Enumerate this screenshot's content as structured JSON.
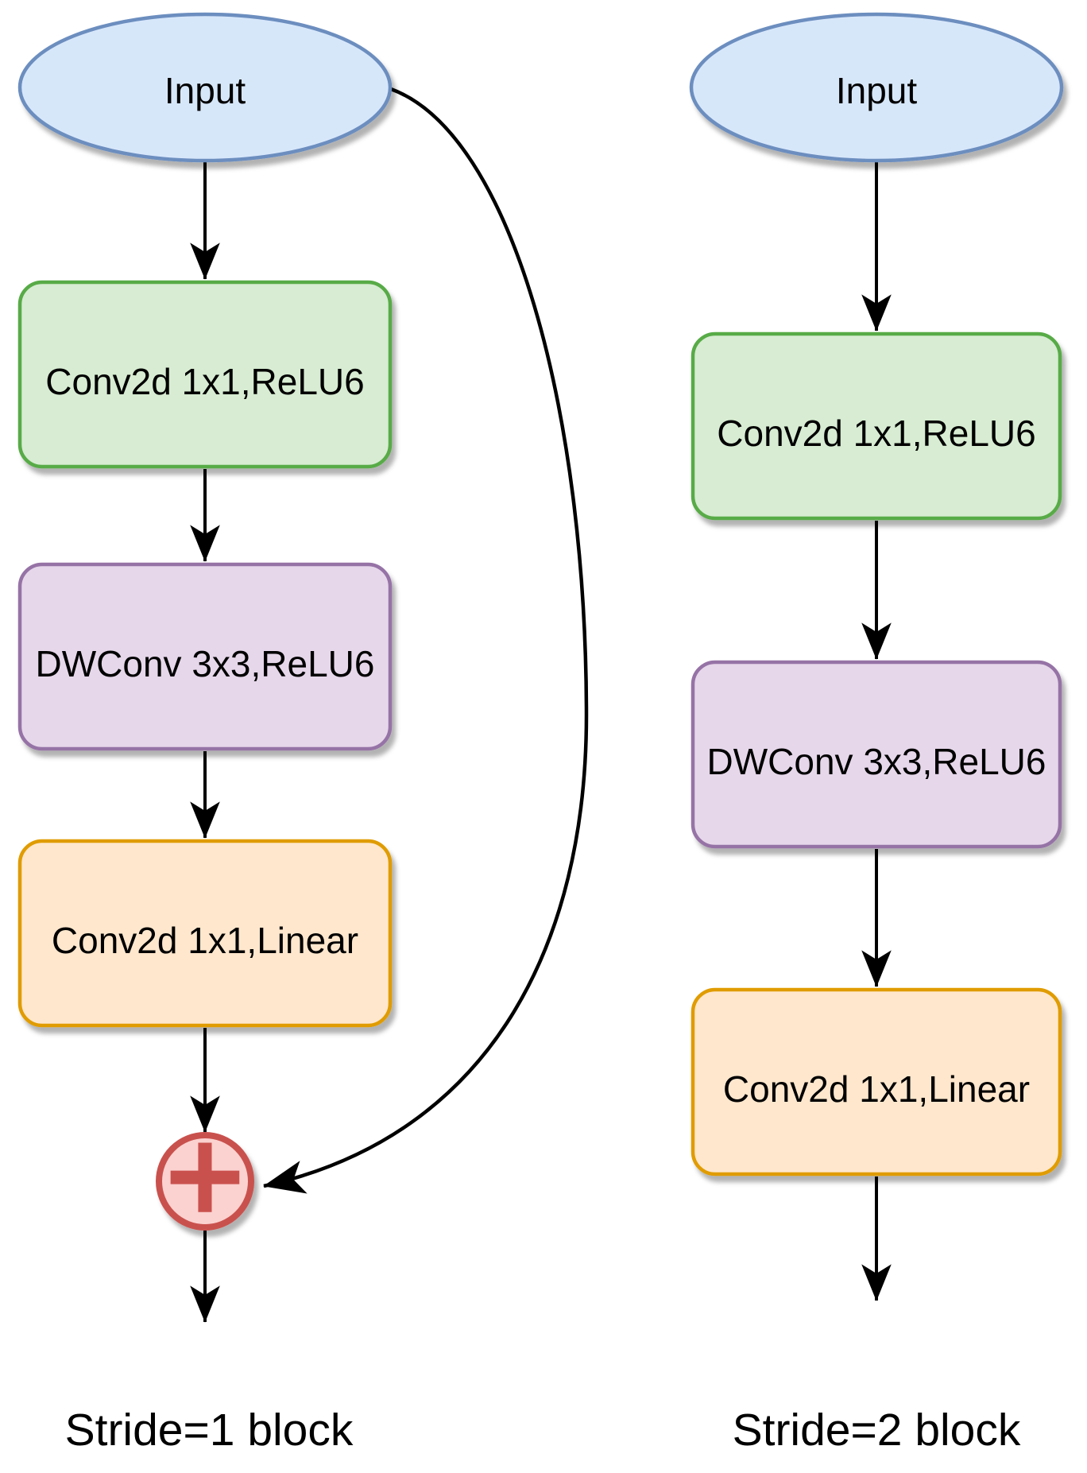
{
  "colors": {
    "input": {
      "fill": "#d7e7fa",
      "stroke": "#6c8ebf"
    },
    "expand_conv": {
      "fill": "#d7ecd2",
      "stroke": "#58ab47"
    },
    "depthwise_conv": {
      "fill": "#e6d7ea",
      "stroke": "#9673a6"
    },
    "project_conv": {
      "fill": "#ffe7cd",
      "stroke": "#e09c00"
    },
    "add": {
      "fill": "#fbd2d0",
      "stroke": "#c9514d"
    },
    "arrow": "#000000",
    "text": "#000000"
  },
  "left_block": {
    "input_label": "Input",
    "layers": [
      "Conv2d 1x1,ReLU6",
      "DWConv 3x3,ReLU6",
      "Conv2d 1x1,Linear"
    ],
    "add_symbol": "+",
    "caption": "Stride=1 block"
  },
  "right_block": {
    "input_label": "Input",
    "layers": [
      "Conv2d 1x1,ReLU6",
      "DWConv 3x3,ReLU6",
      "Conv2d 1x1,Linear"
    ],
    "caption": "Stride=2 block"
  }
}
